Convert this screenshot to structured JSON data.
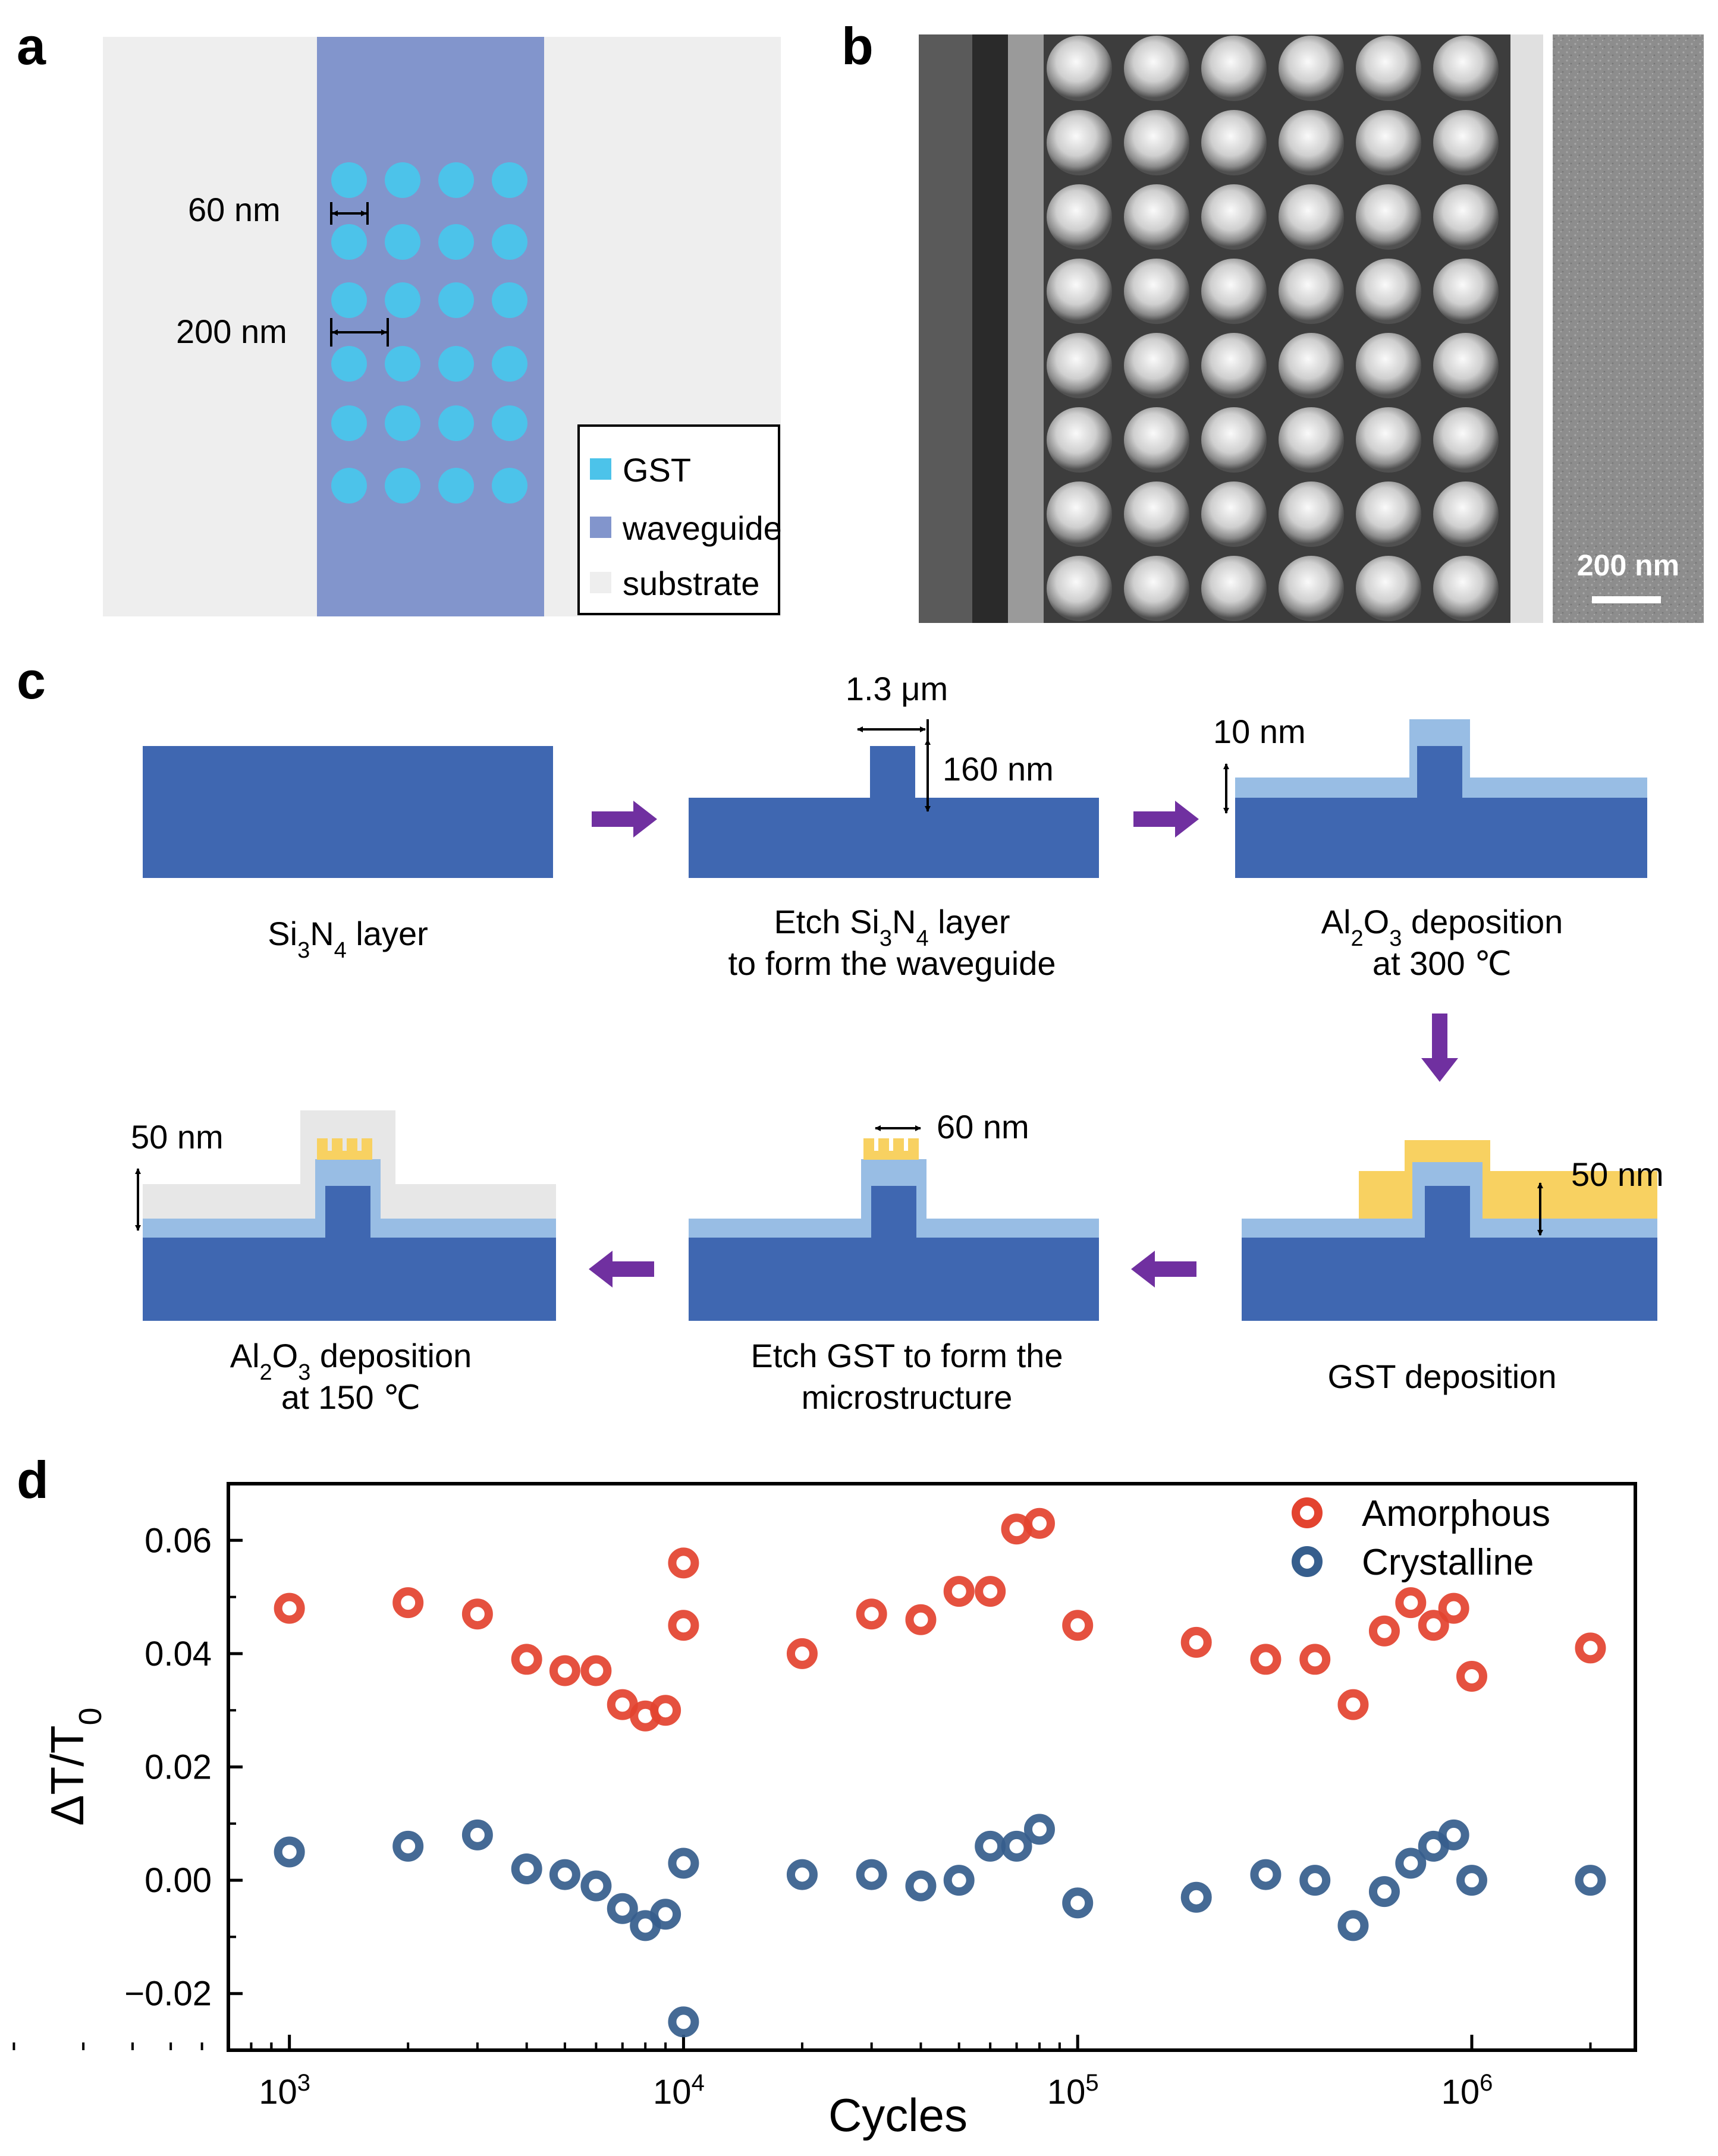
{
  "panel_labels": [
    "a",
    "b",
    "c",
    "d"
  ],
  "panel_a": {
    "dim_pitch_small": "60 nm",
    "dim_pitch_large": "200 nm",
    "legend": [
      "GST",
      "waveguide",
      "substrate"
    ],
    "colors": {
      "gst": "#4cc3ea",
      "waveguide": "#8295cc",
      "substrate": "#eeeeee"
    }
  },
  "panel_b": {
    "scale_bar": "200 nm"
  },
  "panel_c": {
    "steps": [
      {
        "lines": [
          [
            "Si",
            "3",
            "N",
            "4",
            " layer"
          ]
        ]
      },
      {
        "lines": [
          [
            "Etch Si",
            "3",
            "N",
            "4",
            " layer"
          ],
          [
            "to form the waveguide"
          ]
        ]
      },
      {
        "lines": [
          [
            "Al",
            "2",
            "O",
            "3",
            " deposition"
          ],
          [
            "at 300 ℃"
          ]
        ]
      },
      {
        "lines": [
          [
            "GST deposition"
          ]
        ]
      },
      {
        "lines": [
          [
            "Etch GST to form the"
          ],
          [
            "microstructure"
          ]
        ]
      },
      {
        "lines": [
          [
            "Al",
            "2",
            "O",
            "3",
            " deposition"
          ],
          [
            "at 150 ℃"
          ]
        ]
      }
    ],
    "dims": {
      "width": "1.3 μm",
      "height": "160 nm",
      "al2o3_thickness": "10 nm",
      "gst_thickness": "50 nm",
      "gst_period": "60 nm",
      "top_al2o3": "50 nm"
    },
    "colors": {
      "si3n4": "#3f67b1",
      "al2o3": "#98bde4",
      "gst": "#f8d161",
      "top": "#e7e7e7",
      "arrow": "#7030a0"
    }
  },
  "chart_data": {
    "type": "scatter",
    "xlabel": "Cycles",
    "ylabel": "ΔT/T0",
    "xscale": "log",
    "xlim": [
      700,
      2600000
    ],
    "ylim": [
      -0.03,
      0.07
    ],
    "xticks": [
      1000,
      10000,
      100000,
      1000000
    ],
    "yticks": [
      -0.02,
      0.0,
      0.02,
      0.04,
      0.06
    ],
    "yticklabels": [
      "−0.02",
      "0.00",
      "0.02",
      "0.04",
      "0.06"
    ],
    "grid": false,
    "legend_position": "top-right",
    "x": [
      1000,
      2000,
      3000,
      4000,
      5000,
      6000,
      7000,
      8000,
      9000,
      10000,
      10000,
      20000,
      30000,
      40000,
      50000,
      60000,
      70000,
      80000,
      100000,
      200000,
      300000,
      400000,
      500000,
      600000,
      700000,
      800000,
      900000,
      1000000,
      2000000
    ],
    "series": [
      {
        "name": "Amorphous",
        "color": "#e3432f",
        "values": [
          0.048,
          0.049,
          0.047,
          0.039,
          0.037,
          0.037,
          0.031,
          0.029,
          0.03,
          0.056,
          0.045,
          0.04,
          0.047,
          0.046,
          0.051,
          0.051,
          0.062,
          0.063,
          0.045,
          0.042,
          0.039,
          0.039,
          0.031,
          0.044,
          0.049,
          0.045,
          0.048,
          0.036,
          0.041
        ]
      },
      {
        "name": "Crystalline",
        "color": "#365e8d",
        "values": [
          0.005,
          0.006,
          0.008,
          0.002,
          0.001,
          -0.001,
          -0.005,
          -0.008,
          -0.006,
          -0.025,
          0.003,
          0.001,
          0.001,
          -0.001,
          0.0,
          0.006,
          0.006,
          0.009,
          -0.004,
          -0.003,
          0.001,
          0.0,
          -0.008,
          -0.002,
          0.003,
          0.006,
          0.008,
          0.0,
          0.0
        ]
      }
    ]
  }
}
